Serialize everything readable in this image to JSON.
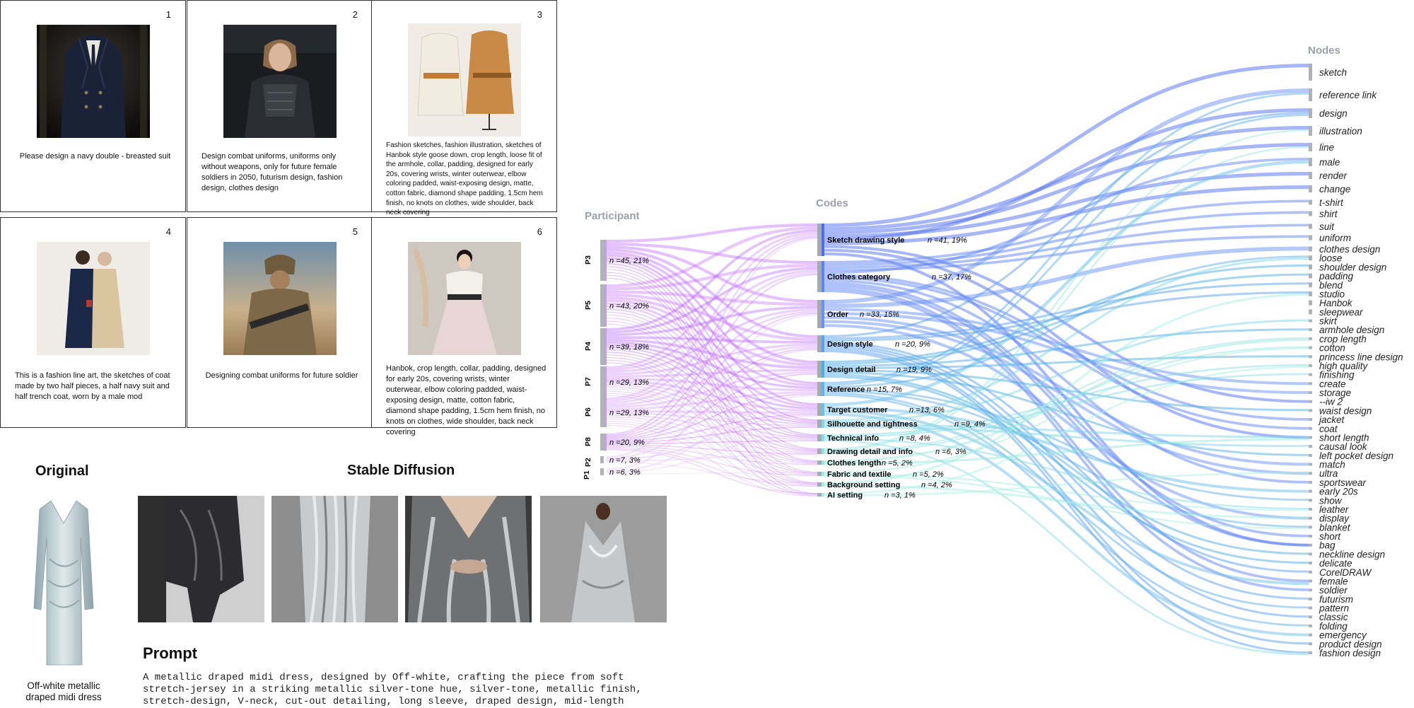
{
  "panels": [
    {
      "num": "1",
      "caption": "Please design a navy double - breasted suit"
    },
    {
      "num": "2",
      "caption": "Design combat uniforms, uniforms only without weapons, only for future female soldiers in 2050, futurism design, fashion design, clothes design"
    },
    {
      "num": "3",
      "caption": "Fashion sketches, fashion illustration, sketches of Hanbok style goose down, crop length, loose fit of the armhole, collar, padding, designed for early 20s, covering wrists, winter outerwear, elbow coloring padded, waist-exposing design, matte, cotton fabric, diamond shape padding, 1.5cm hem finish, no knots on clothes, wide shoulder, back neck covering"
    },
    {
      "num": "4",
      "caption": "This is a fashion line art, the sketches of coat made by two half pieces, a half navy suit and half trench coat, worn by a male mod"
    },
    {
      "num": "5",
      "caption": "Designing combat uniforms for future soldier"
    },
    {
      "num": "6",
      "caption": "Hanbok, crop length, collar, padding, designed for early 20s, covering wrists, winter outerwear, elbow coloring padded, waist-exposing design, matte, cotton fabric, diamond shape padding, 1.5cm hem finish, no knots on clothes, wide shoulder, back neck covering"
    }
  ],
  "comparison": {
    "original_title": "Original",
    "sd_title": "Stable Diffusion",
    "original_caption": "Off-white metallic draped midi dress",
    "prompt_title": "Prompt",
    "prompt_lines": [
      "A metallic draped midi dress, designed by Off-white, crafting the piece from soft",
      "stretch-jersey in a striking metallic silver-tone hue, silver-tone, metallic finish,",
      "stretch-design, V-neck, cut-out detailing, long sleeve, draped design, mid-length"
    ]
  },
  "chart_data": {
    "type": "sankey",
    "columns": [
      "Participant",
      "Codes",
      "Nodes"
    ],
    "participants": [
      {
        "id": "P3",
        "count": "n =45, 21%"
      },
      {
        "id": "P5",
        "count": "n =43, 20%"
      },
      {
        "id": "P4",
        "count": "n =39, 18%"
      },
      {
        "id": "P7",
        "count": "n =29, 13%"
      },
      {
        "id": "P6",
        "count": "n =29, 13%"
      },
      {
        "id": "P8",
        "count": "n =20, 9%"
      },
      {
        "id": "P2",
        "count": "n =7, 3%"
      },
      {
        "id": "P1",
        "count": "n =6, 3%"
      }
    ],
    "codes": [
      {
        "label": "Sketch drawing style",
        "count": "n =41, 19%"
      },
      {
        "label": "Clothes category",
        "count": "n =37, 17%"
      },
      {
        "label": "Order",
        "count": "n =33, 15%"
      },
      {
        "label": "Design style",
        "count": "n =20, 9%"
      },
      {
        "label": "Design detail",
        "count": "n =19, 9%"
      },
      {
        "label": "Reference",
        "count": "n =15, 7%"
      },
      {
        "label": "Target customer",
        "count": "n =13, 6%"
      },
      {
        "label": "Silhouette and tightness",
        "count": "n =9, 4%"
      },
      {
        "label": "Technical info",
        "count": "n =8, 4%"
      },
      {
        "label": "Drawing detail and info",
        "count": "n =6, 3%"
      },
      {
        "label": "Clothes length",
        "count": "n =5, 2%"
      },
      {
        "label": "Fabric and textile",
        "count": "n =5, 2%"
      },
      {
        "label": "Background setting",
        "count": "n =4, 2%"
      },
      {
        "label": "AI setting",
        "count": "n =3, 1%"
      }
    ],
    "nodes": [
      "sketch",
      "reference link",
      "design",
      "illustration",
      "line",
      "male",
      "render",
      "change",
      "t-shirt",
      "shirt",
      "suit",
      "uniform",
      "clothes design",
      "loose",
      "shoulder design",
      "padding",
      "blend",
      "studio",
      "Hanbok",
      "sleepwear",
      "skirt",
      "armhole design",
      "crop length",
      "cotton",
      "princess line design",
      "high quality",
      "finishing",
      "create",
      "storage",
      "--iw 2",
      "waist design",
      "jacket",
      "coat",
      "short length",
      "causal look",
      "left pocket design",
      "match",
      "ultra",
      "sportswear",
      "early 20s",
      "show",
      "leather",
      "display",
      "blanket",
      "short",
      "bag",
      "neckline design",
      "delicate",
      "CorelDRAW",
      "female",
      "soldier",
      "futurism",
      "pattern",
      "classic",
      "folding",
      "emergency",
      "product design",
      "fashion design"
    ]
  }
}
